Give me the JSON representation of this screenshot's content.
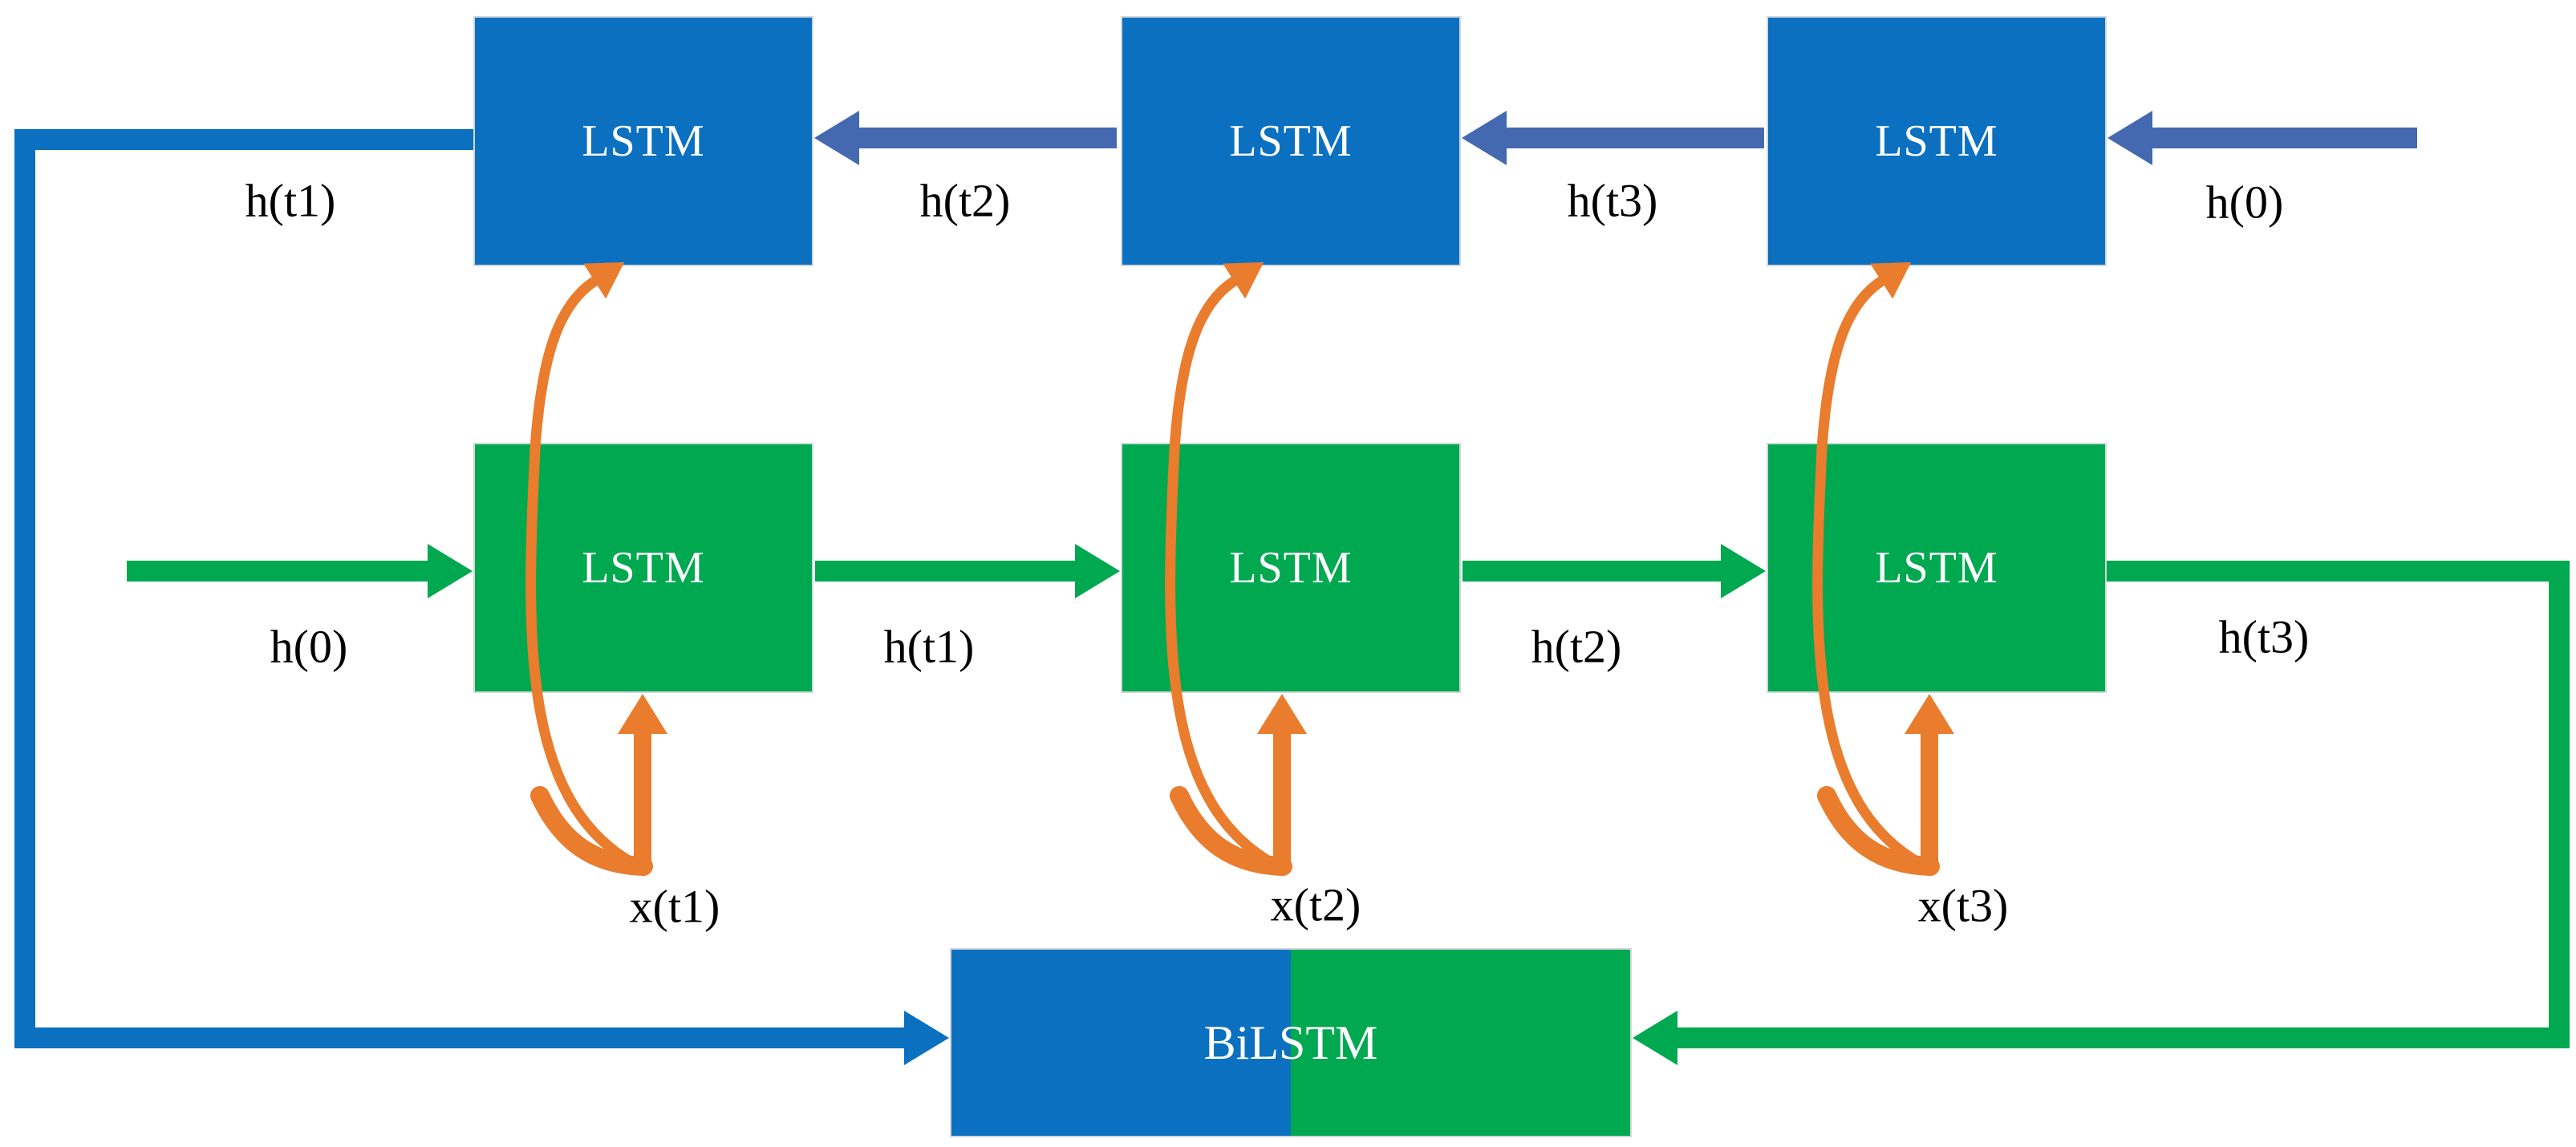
{
  "backward_layer": {
    "cells": [
      "LSTM",
      "LSTM",
      "LSTM"
    ],
    "hidden_state_labels": [
      "h(t1)",
      "h(t2)",
      "h(t3)",
      "h(0)"
    ]
  },
  "forward_layer": {
    "cells": [
      "LSTM",
      "LSTM",
      "LSTM"
    ],
    "hidden_state_labels": [
      "h(0)",
      "h(t1)",
      "h(t2)",
      "h(t3)"
    ]
  },
  "input_labels": [
    "x(t1)",
    "x(t2)",
    "x(t3)"
  ],
  "output_cell_label": "BiLSTM",
  "colors": {
    "lstm_blue": "#0B70C0",
    "lstm_green": "#00A850",
    "arrow_slate_blue": "#4569B0",
    "arrow_orange": "#E97C2D",
    "cell_text": "#FFFFFF",
    "label_text": "#000000"
  }
}
